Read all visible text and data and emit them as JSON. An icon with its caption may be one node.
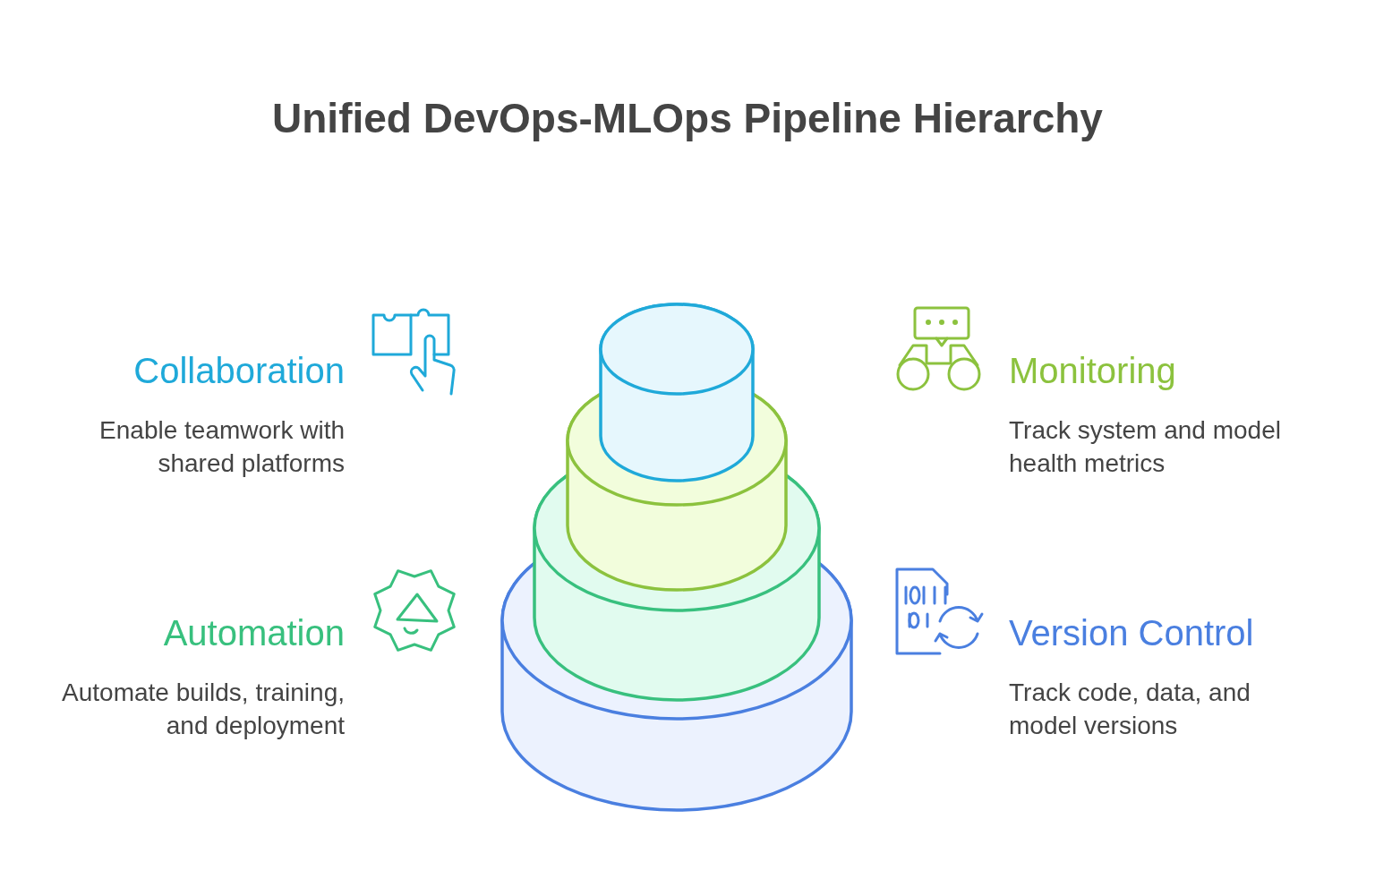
{
  "diagram": {
    "title": "Unified DevOps-MLOps Pipeline Hierarchy",
    "labels": [
      "Collaboration",
      "Enable teamwork with shared platforms",
      "Monitoring",
      "Track system and model health metrics",
      "Automation",
      "Automate builds, training, and deployment",
      "Version Control",
      "Track code, data, and model versions"
    ]
  }
}
